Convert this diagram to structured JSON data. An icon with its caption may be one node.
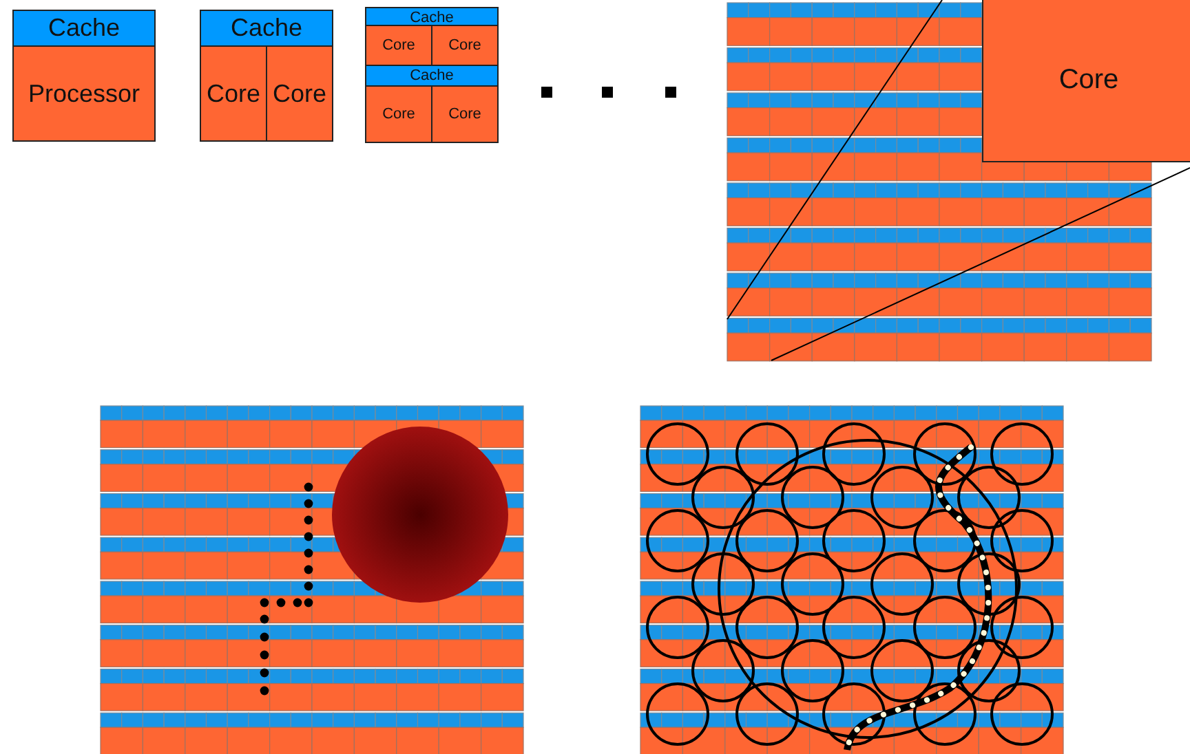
{
  "diagram": {
    "nodes": [
      {
        "text": [
          "Cache"
        ]
      },
      {
        "text": [
          "Processor"
        ]
      },
      {
        "text": [
          "Cache"
        ]
      },
      {
        "text": [
          "Core"
        ]
      },
      {
        "text": [
          "Core"
        ]
      },
      {
        "text": [
          "Cache"
        ]
      },
      {
        "text": [
          "Core"
        ]
      },
      {
        "text": [
          "Core"
        ]
      },
      {
        "text": [
          "Cache"
        ]
      },
      {
        "text": [
          "Core"
        ]
      },
      {
        "text": [
          "Core"
        ]
      },
      {
        "text": [
          "Core"
        ]
      }
    ]
  }
}
